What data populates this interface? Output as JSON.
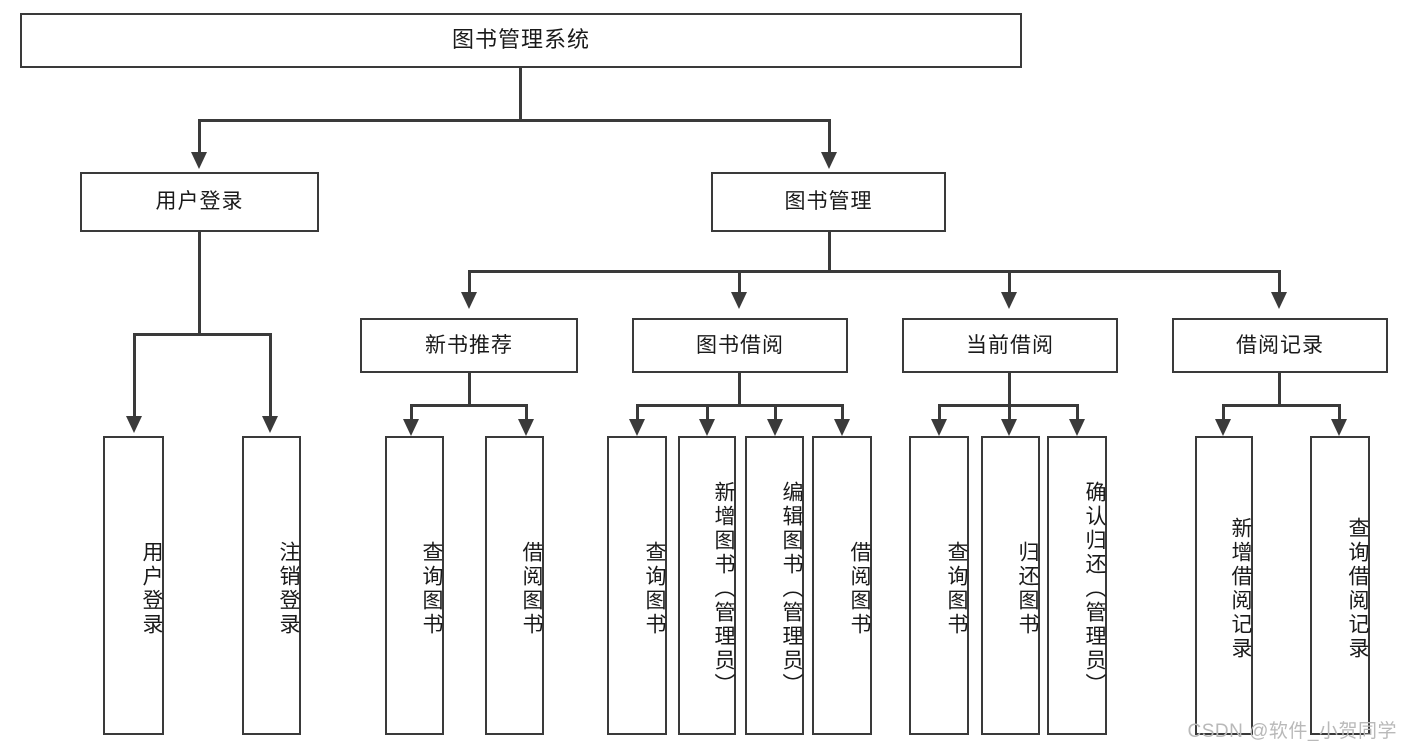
{
  "diagram": {
    "title": "图书管理系统",
    "type": "tree",
    "levels": {
      "root": {
        "label": "图书管理系统"
      },
      "level1": [
        {
          "id": "user-login",
          "label": "用户登录"
        },
        {
          "id": "book-manage",
          "label": "图书管理"
        }
      ],
      "level2": [
        {
          "id": "new-book-recommend",
          "label": "新书推荐",
          "parent": "book-manage"
        },
        {
          "id": "book-borrow",
          "label": "图书借阅",
          "parent": "book-manage"
        },
        {
          "id": "current-borrow",
          "label": "当前借阅",
          "parent": "book-manage"
        },
        {
          "id": "borrow-record",
          "label": "借阅记录",
          "parent": "book-manage"
        }
      ],
      "leaves": [
        {
          "id": "leaf-user-login",
          "label": "用户登录",
          "parent": "user-login"
        },
        {
          "id": "leaf-logout",
          "label": "注销登录",
          "parent": "user-login"
        },
        {
          "id": "leaf-query-book-1",
          "label": "查询图书",
          "parent": "new-book-recommend"
        },
        {
          "id": "leaf-borrow-book-1",
          "label": "借阅图书",
          "parent": "new-book-recommend"
        },
        {
          "id": "leaf-query-book-2",
          "label": "查询图书",
          "parent": "book-borrow"
        },
        {
          "id": "leaf-add-book",
          "label": "新增图书（管理员）",
          "parent": "book-borrow"
        },
        {
          "id": "leaf-edit-book",
          "label": "编辑图书（管理员）",
          "parent": "book-borrow"
        },
        {
          "id": "leaf-borrow-book-2",
          "label": "借阅图书",
          "parent": "book-borrow"
        },
        {
          "id": "leaf-query-book-3",
          "label": "查询图书",
          "parent": "current-borrow"
        },
        {
          "id": "leaf-return-book",
          "label": "归还图书",
          "parent": "current-borrow"
        },
        {
          "id": "leaf-confirm-return",
          "label": "确认归还（管理员）",
          "parent": "current-borrow"
        },
        {
          "id": "leaf-add-record",
          "label": "新增借阅记录",
          "parent": "borrow-record"
        },
        {
          "id": "leaf-query-record",
          "label": "查询借阅记录",
          "parent": "borrow-record"
        }
      ]
    },
    "colors": {
      "stroke": "#3a3a3a",
      "fill": "#ffffff",
      "text": "#1a1a1a",
      "watermark": "#b9b9b9"
    }
  },
  "watermark": {
    "text": "CSDN @软件_小贺同学"
  }
}
